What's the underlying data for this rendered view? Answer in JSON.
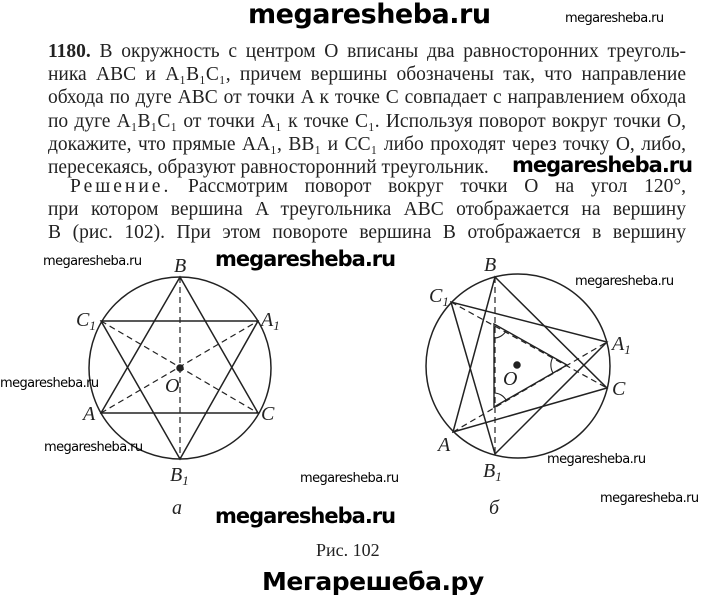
{
  "watermarks": {
    "header": "megaresheba.ru",
    "inline": "megaresheba.ru",
    "footer": "Мегарешеба.ру"
  },
  "problem": {
    "number": "1180.",
    "lines": [
      "В окружность с центром O вписаны два равносторонних треуголь-",
      "ника ABC и A₁B₁C₁, причем вершины обозначены так, что направление",
      "обхода по дуге ABC от точки A к точке C совпадает с направлением обхода",
      "по дуге A₁B₁C₁ от точки A₁ к точке C₁. Используя поворот вокруг точки O,",
      "докажите, что прямые AA₁, BB₁ и CC₁ либо проходят через точку O, либо,",
      "пересекаясь, образуют равносторонний треугольник."
    ]
  },
  "solution": {
    "heading": "Решение.",
    "lines": [
      "Рассмотрим поворот вокруг точки O на угол 120°,",
      "при котором вершина A треугольника ABC отображается на вершину",
      "B (рис. 102). При этом повороте вершина B отображается в вершину"
    ]
  },
  "figure": {
    "caption": "Рис. 102",
    "a": {
      "label": "а",
      "points": {
        "B": "B",
        "B1": "B",
        "C1": "C",
        "A1": "A",
        "A": "A",
        "C": "C",
        "O": "O"
      }
    },
    "b": {
      "label": "б",
      "points": {
        "B": "B",
        "B1": "B",
        "C1": "C",
        "A1": "A",
        "A": "A",
        "C": "C",
        "O": "O"
      }
    },
    "subscript": "1"
  }
}
